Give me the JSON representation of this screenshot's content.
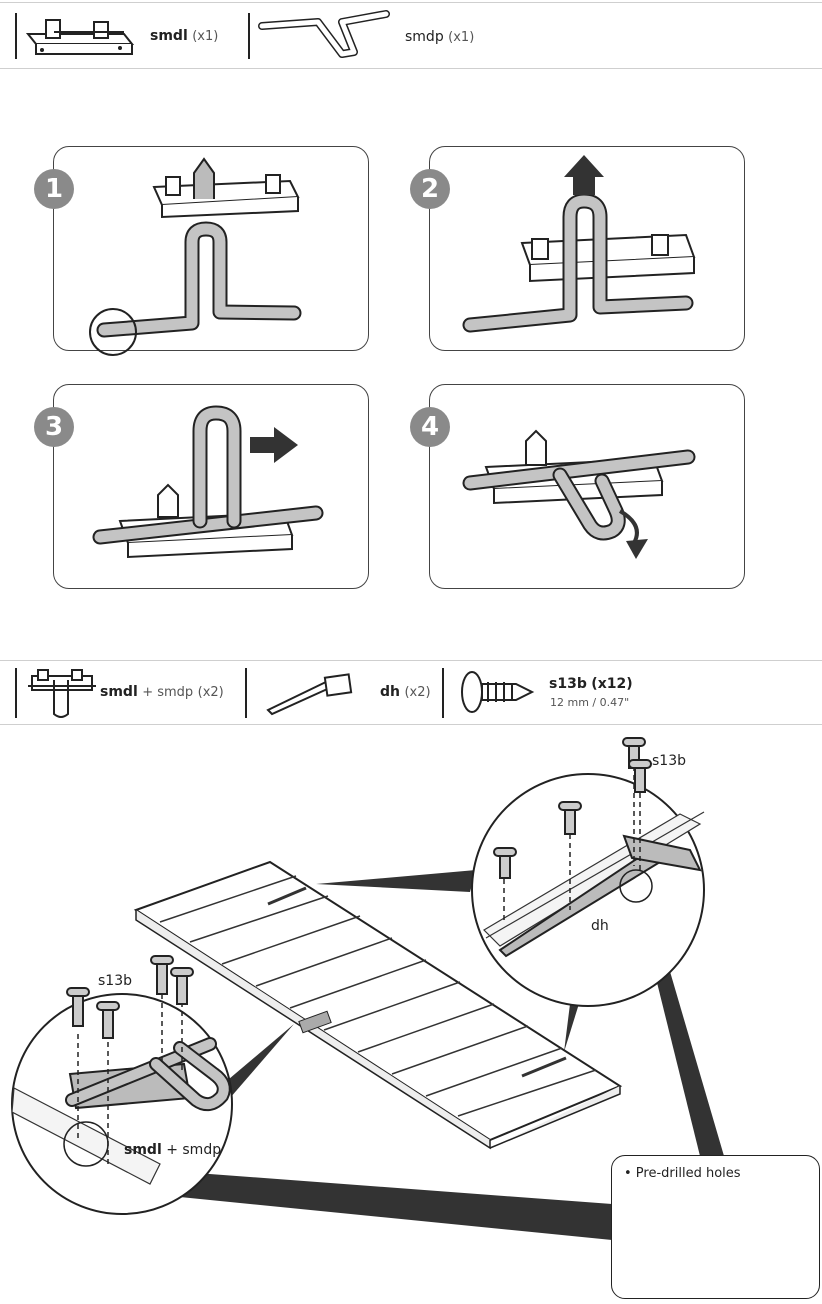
{
  "parts_top": [
    {
      "code": "smdl",
      "qty": "(x1)"
    },
    {
      "code": "smdp",
      "qty": "(x1)"
    }
  ],
  "steps": [
    "1",
    "2",
    "3",
    "4"
  ],
  "parts_bottom": [
    {
      "code": "smdl",
      "plus": "+ smdp",
      "qty": "(x2)"
    },
    {
      "code": "dh",
      "qty": "(x2)"
    },
    {
      "code": "s13b",
      "qty": "(x12)",
      "size": "12 mm / 0.47\""
    }
  ],
  "callouts": {
    "screw_label_right": "s13b",
    "hinge_label": "dh",
    "screw_label_left": "s13b",
    "latch_label": "smdl",
    "latch_plus": "+ smdp"
  },
  "note": "• Pre-drilled holes"
}
